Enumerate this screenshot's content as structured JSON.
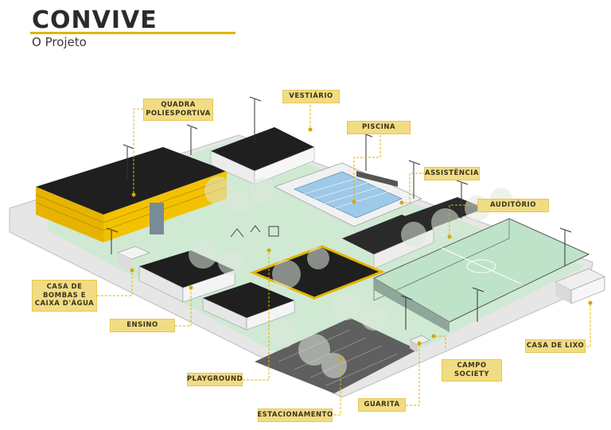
{
  "header": {
    "title": "CONVIVE",
    "subtitle": "O Projeto"
  },
  "colors": {
    "accent": "#e0b400",
    "label_bg": "#f2dc83",
    "ground": "#cfe9d3",
    "roof": "#1f1f1f"
  },
  "labels": {
    "quadra": "QUADRA\nPOLIESPORTIVA",
    "vestiario": "VESTIÁRIO",
    "piscina": "PISCINA",
    "assistencia": "ASSISTÊNCIA",
    "auditorio": "AUDITÓRIO",
    "casa_bombas": "CASA DE\nBOMBAS E\nCAIXA D'ÁGUA",
    "ensino": "ENSINO",
    "playground": "PLAYGROUND",
    "estacionamento": "ESTACIONAMENTO",
    "guarita": "GUARITA",
    "campo_society": "CAMPO\nSOCIETY",
    "casa_lixo": "CASA DE LIXO"
  }
}
